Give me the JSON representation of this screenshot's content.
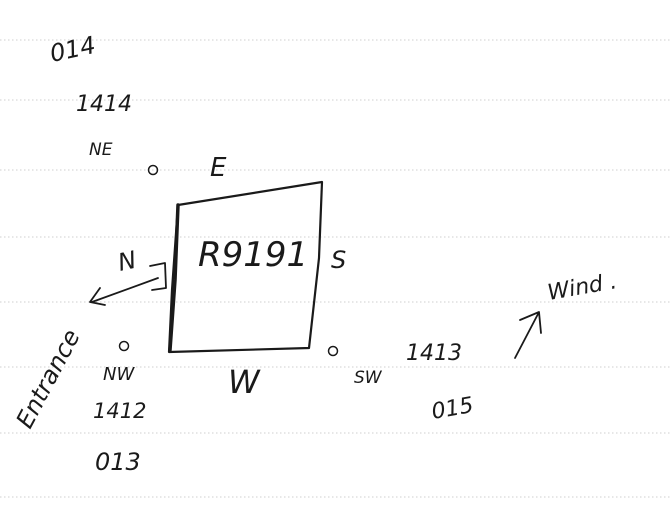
{
  "sketch": {
    "top_code": "014",
    "top_time": "1414",
    "ne_label": "NE",
    "e_label": "E",
    "box_id": "R9191",
    "s_label": "S",
    "n_label": "N",
    "w_label": "W",
    "nw_label": "NW",
    "nw_time": "1412",
    "bottom_code": "013",
    "sw_label": "SW",
    "sw_time": "1413",
    "right_code": "015",
    "wind_label": "Wind .",
    "side_word": "Entrance",
    "corner_mark": "o"
  },
  "colors": {
    "ink": "#1a1a1a",
    "rule": "#cfcfcf",
    "paper": "#ffffff"
  }
}
